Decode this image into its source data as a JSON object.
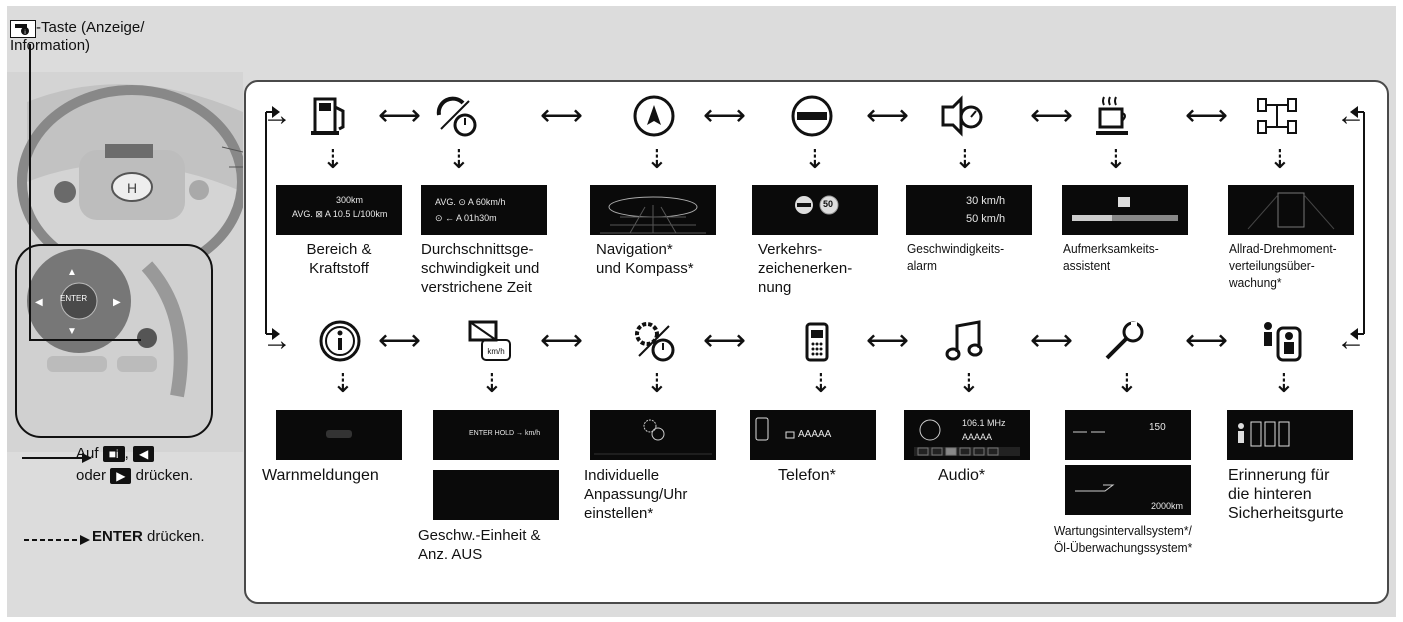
{
  "callout": {
    "line1": "-Taste (Anzeige/",
    "line2": "Information)"
  },
  "legend": {
    "solid_prefix": "Auf",
    "solid_mid": ",",
    "solid_line2": "oder",
    "solid_suffix": "drücken.",
    "dashed_bold": "ENTER",
    "dashed_suffix": "drücken."
  },
  "dpad": {
    "center": "ENTER"
  },
  "row1": [
    {
      "icon": "fuel-pump-icon",
      "label_lines": [
        "Bereich &",
        "Kraftstoff"
      ],
      "screen": [
        "300km",
        "AVG. ⊠ A   10.5 L/100km"
      ]
    },
    {
      "icon": "average-speed-icon",
      "label_lines": [
        "Durchschnittsge-",
        "schwindigkeit und",
        "verstrichene Zeit"
      ],
      "screen": [
        "AVG. ⊙ A   60km/h",
        "⊙ ← A   01h30m"
      ]
    },
    {
      "icon": "compass-icon",
      "label_lines": [
        "Navigation*",
        "und Kompass*"
      ],
      "screen": []
    },
    {
      "icon": "traffic-sign-icon",
      "label_lines": [
        "Verkehrs-",
        "zeichenerken-",
        "nung"
      ],
      "screen": [
        "50"
      ]
    },
    {
      "icon": "speed-alarm-icon",
      "label_lines": [
        "Geschwindigkeits-",
        "alarm"
      ],
      "screen": [
        "30 km/h",
        "50 km/h"
      ]
    },
    {
      "icon": "coffee-cup-icon",
      "label_lines": [
        "Aufmerksamkeits-",
        "assistent"
      ],
      "screen": []
    },
    {
      "icon": "awd-torque-icon",
      "label_lines": [
        "Allrad-Drehmoment-",
        "verteilungsüber-",
        "wachung*"
      ],
      "screen": []
    }
  ],
  "row2": [
    {
      "icon": "info-icon",
      "label_lines": [
        "Warnmeldungen"
      ],
      "screen": []
    },
    {
      "icon": "speed-unit-icon",
      "label_lines": [
        "Geschw.-Einheit &",
        "Anz. AUS"
      ],
      "screen": [
        "ENTER HOLD → km/h"
      ]
    },
    {
      "icon": "settings-clock-icon",
      "label_lines": [
        "Individuelle",
        "Anpassung/Uhr",
        "einstellen*"
      ],
      "screen": []
    },
    {
      "icon": "phone-icon",
      "label_lines": [
        "Telefon*"
      ],
      "screen": [
        "AAAAA"
      ]
    },
    {
      "icon": "music-note-icon",
      "label_lines": [
        "Audio*"
      ],
      "screen": [
        "106.1 MHz",
        "AAAAA"
      ]
    },
    {
      "icon": "wrench-icon",
      "label_lines": [
        "Wartungsintervallsystem*/",
        "Öl-Überwachungssystem*"
      ],
      "screen": [
        "150",
        "2000km"
      ]
    },
    {
      "icon": "rear-seatbelt-icon",
      "label_lines": [
        "Erinnerung für",
        "die hinteren",
        "Sicherheitsgurte"
      ],
      "screen": []
    }
  ]
}
